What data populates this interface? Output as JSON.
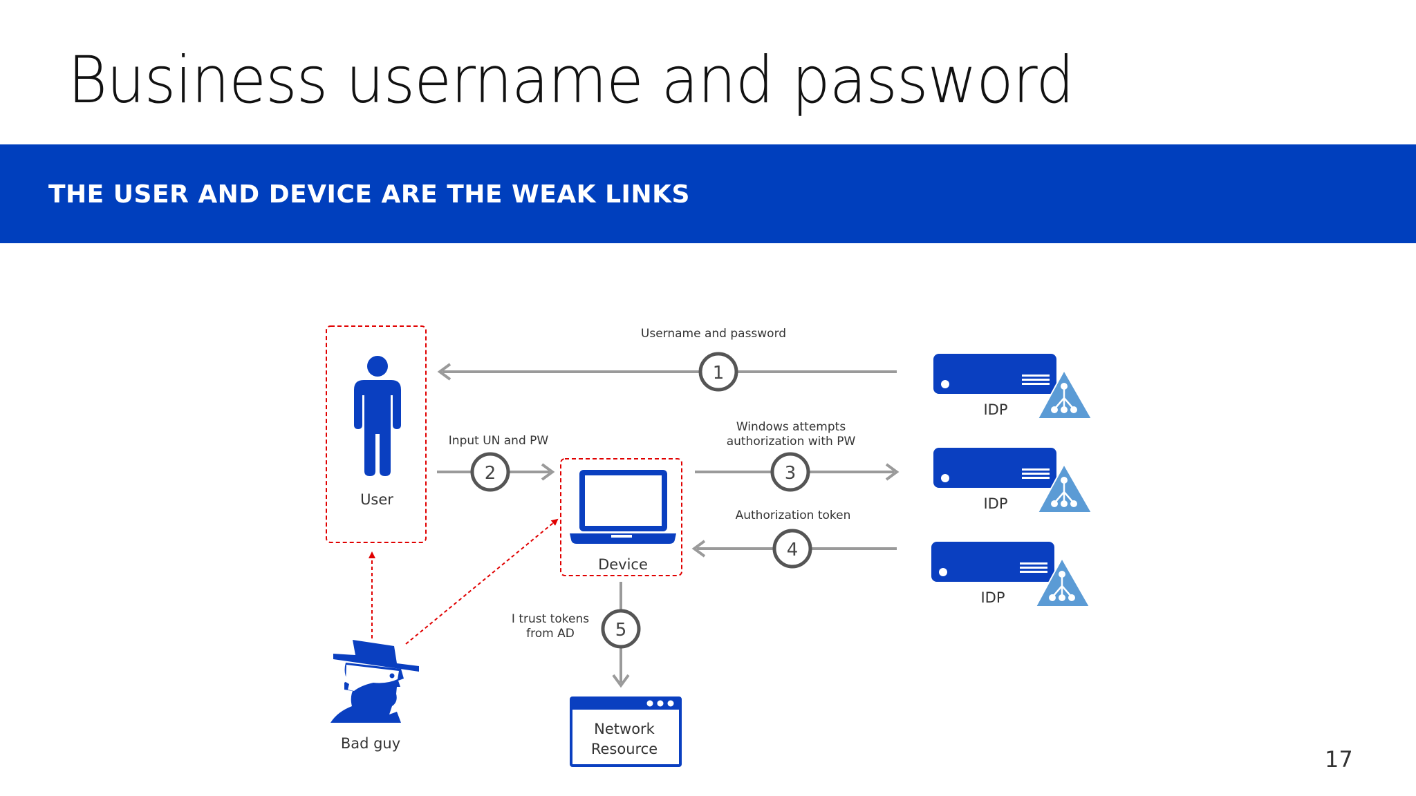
{
  "title": "Business username and password",
  "banner": "THE USER AND DEVICE ARE THE WEAK LINKS",
  "nodes": {
    "user": "User",
    "device": "Device",
    "bad_guy": "Bad guy",
    "network_resource_line1": "Network",
    "network_resource_line2": "Resource",
    "idp": [
      "IDP",
      "IDP",
      "IDP"
    ]
  },
  "flows": {
    "step1": {
      "number": "1",
      "label": "Username and password"
    },
    "step2": {
      "number": "2",
      "label": "Input UN and PW"
    },
    "step3": {
      "number": "3",
      "label_line1": "Windows attempts",
      "label_line2": "authorization with PW"
    },
    "step4": {
      "number": "4",
      "label": "Authorization token"
    },
    "step5": {
      "number": "5",
      "label_line1": "I trust tokens",
      "label_line2": "from AD"
    }
  },
  "icons": [
    "person-icon",
    "laptop-icon",
    "spy-icon",
    "browser-window-icon",
    "server-icon",
    "directory-triangle-icon"
  ],
  "colors": {
    "brand_blue": "#003fbd",
    "icon_blue": "#0a3fc0",
    "idp_triangle": "#5b9bd5",
    "threat_red": "#e00000",
    "arrow_gray": "#9a9a9a"
  },
  "page_number": "17"
}
